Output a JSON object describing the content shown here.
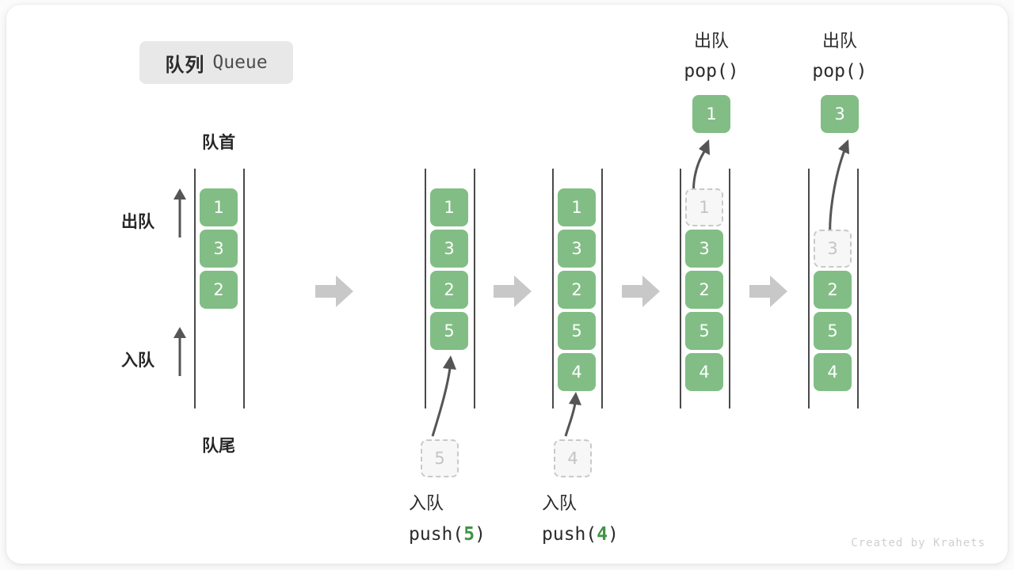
{
  "title": {
    "cn": "队列",
    "en": "Queue"
  },
  "labels": {
    "front": "队首",
    "rear": "队尾",
    "dequeue": "出队",
    "enqueue": "入队"
  },
  "credit": "Created by Krahets",
  "colors": {
    "element": "#82bd85",
    "ghost_fill": "#f7f7f7",
    "ghost_border": "#c9c9c9",
    "rail": "#4a4a4a",
    "arrow_grey": "#c8c8c8",
    "curve_arrow": "#555555",
    "accent_number": "#3f9442",
    "card": "#ffffff"
  },
  "columns": [
    {
      "id": "initial",
      "slots": [
        "1",
        "3",
        "2",
        "",
        "",
        ""
      ],
      "ghost_index": null,
      "ghost_value": "",
      "caption_cn": "",
      "caption_code": "",
      "caption_num": "",
      "popped_value": ""
    },
    {
      "id": "after-push-5",
      "slots": [
        "1",
        "3",
        "2",
        "5",
        "",
        ""
      ],
      "ghost_index": null,
      "ghost_value": "",
      "incoming_value": "5",
      "caption_cn": "入队",
      "caption_code_prefix": "push(",
      "caption_num": "5",
      "caption_code_suffix": ")",
      "popped_value": ""
    },
    {
      "id": "after-push-4",
      "slots": [
        "1",
        "3",
        "2",
        "5",
        "4",
        ""
      ],
      "ghost_index": null,
      "ghost_value": "",
      "incoming_value": "4",
      "caption_cn": "入队",
      "caption_code_prefix": "push(",
      "caption_num": "4",
      "caption_code_suffix": ")",
      "popped_value": ""
    },
    {
      "id": "after-pop-1",
      "slots": [
        "1",
        "3",
        "2",
        "5",
        "4",
        ""
      ],
      "ghost_index": 0,
      "ghost_value": "1",
      "caption_cn": "出队",
      "caption_code": "pop()",
      "popped_value": "1"
    },
    {
      "id": "after-pop-3",
      "slots": [
        "",
        "3",
        "2",
        "5",
        "4",
        ""
      ],
      "ghost_index": 1,
      "ghost_value": "3",
      "caption_cn": "出队",
      "caption_code": "pop()",
      "popped_value": "3"
    }
  ]
}
